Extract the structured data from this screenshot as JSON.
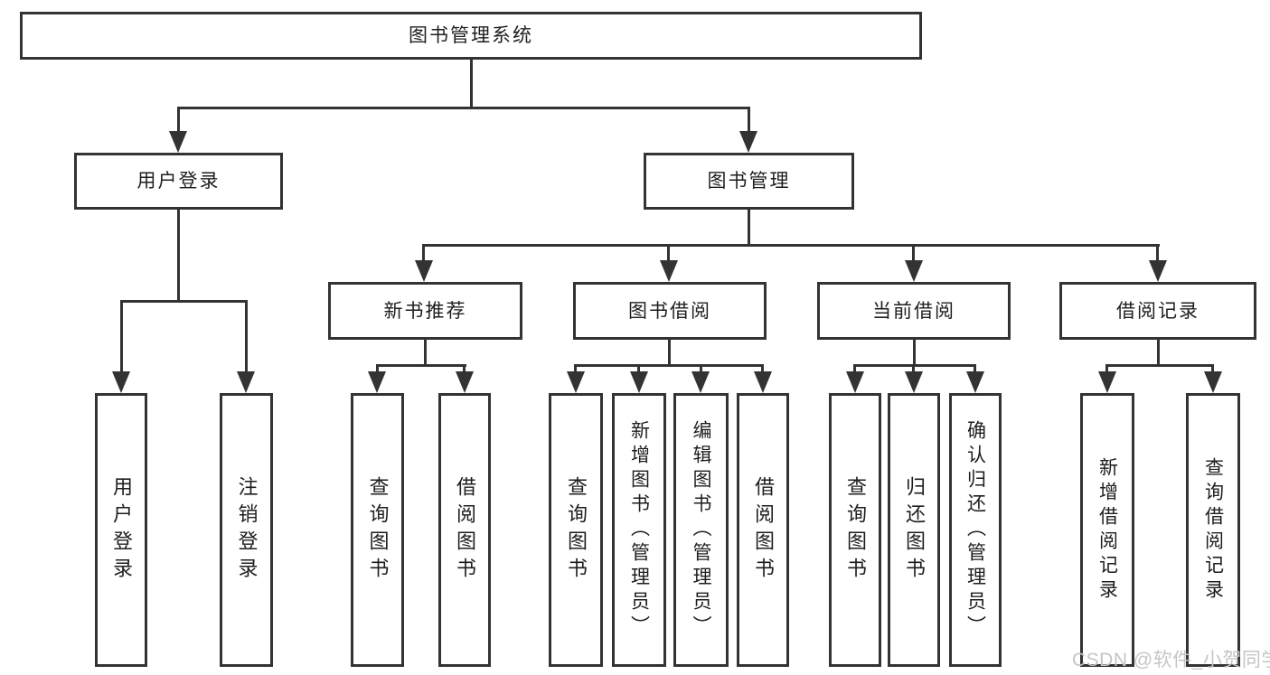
{
  "root": {
    "label": "图书管理系统"
  },
  "user_login": {
    "label": "用户登录",
    "children": [
      {
        "label": "用户登录"
      },
      {
        "label": "注销登录"
      }
    ]
  },
  "book_mgmt": {
    "label": "图书管理"
  },
  "new_book": {
    "label": "新书推荐",
    "children": [
      {
        "label": "查询图书"
      },
      {
        "label": "借阅图书"
      }
    ]
  },
  "book_borrow": {
    "label": "图书借阅",
    "children": [
      {
        "label": "查询图书"
      },
      {
        "label": "新增图书（管理员）"
      },
      {
        "label": "编辑图书（管理员）"
      },
      {
        "label": "借阅图书"
      }
    ]
  },
  "current_borrow": {
    "label": "当前借阅",
    "children": [
      {
        "label": "查询图书"
      },
      {
        "label": "归还图书"
      },
      {
        "label": "确认归还（管理员）"
      }
    ]
  },
  "borrow_record": {
    "label": "借阅记录",
    "children": [
      {
        "label": "新增借阅记录"
      },
      {
        "label": "查询借阅记录"
      }
    ]
  },
  "watermark": {
    "text": "CSDN @软件_小贺同学"
  },
  "colors": {
    "line": "#333333",
    "text": "#1e1e1e",
    "watermark": "#c5c5c5",
    "bg": "#ffffff"
  }
}
